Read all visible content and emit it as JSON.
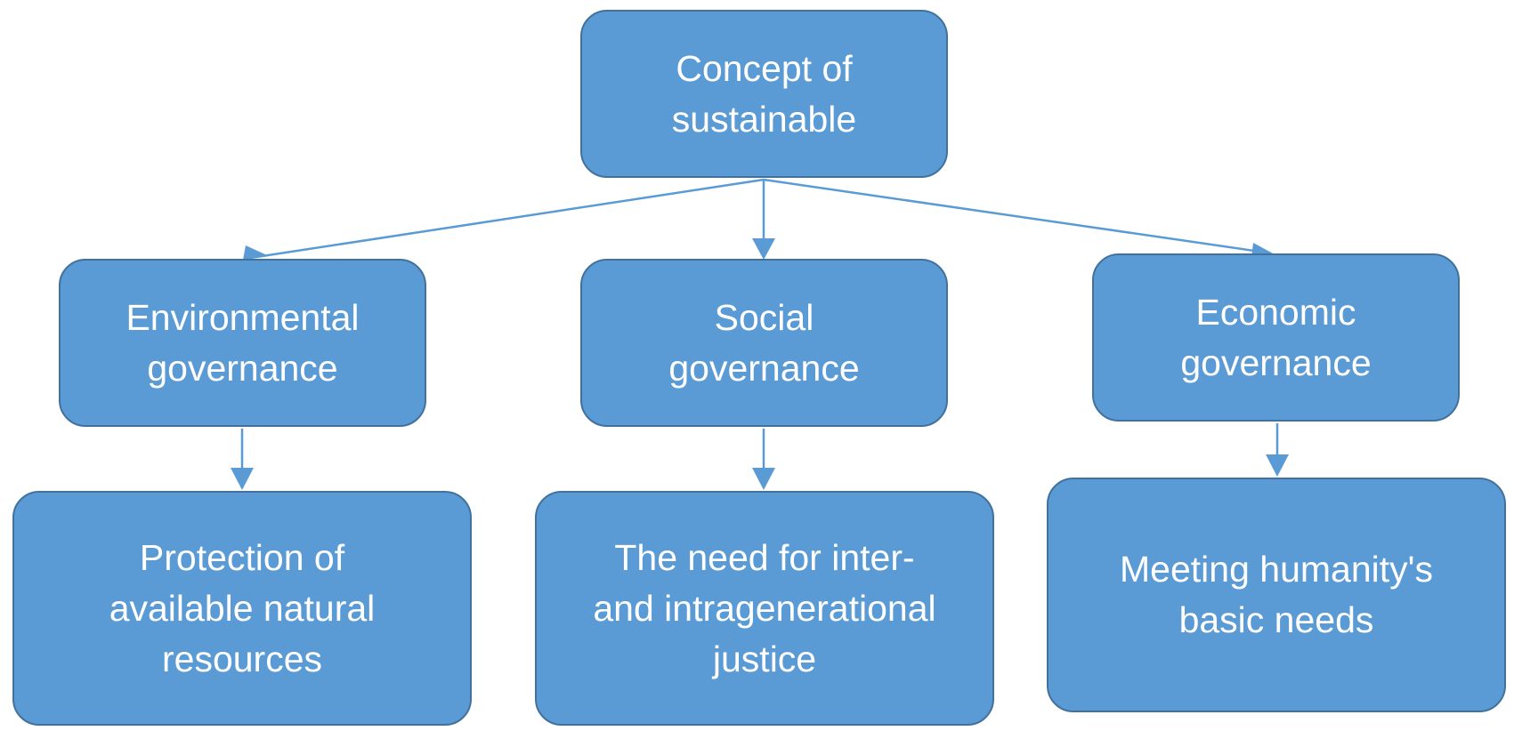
{
  "colors": {
    "node_fill": "#5b9bd5",
    "node_border": "#41719c",
    "node_text": "#ffffff",
    "connector": "#5b9bd5"
  },
  "nodes": {
    "root": "Concept of\nsustainable",
    "environmental": "Environmental\ngovernance",
    "social": "Social\ngovernance",
    "economic": "Economic\ngovernance",
    "protection": "Protection of\navailable natural\nresources",
    "justice": "The need for inter-\nand intragenerational\njustice",
    "basic_needs": "Meeting humanity's\nbasic needs"
  },
  "edges": [
    {
      "from": "root",
      "to": "environmental"
    },
    {
      "from": "root",
      "to": "social"
    },
    {
      "from": "root",
      "to": "economic"
    },
    {
      "from": "environmental",
      "to": "protection"
    },
    {
      "from": "social",
      "to": "justice"
    },
    {
      "from": "economic",
      "to": "basic_needs"
    }
  ]
}
